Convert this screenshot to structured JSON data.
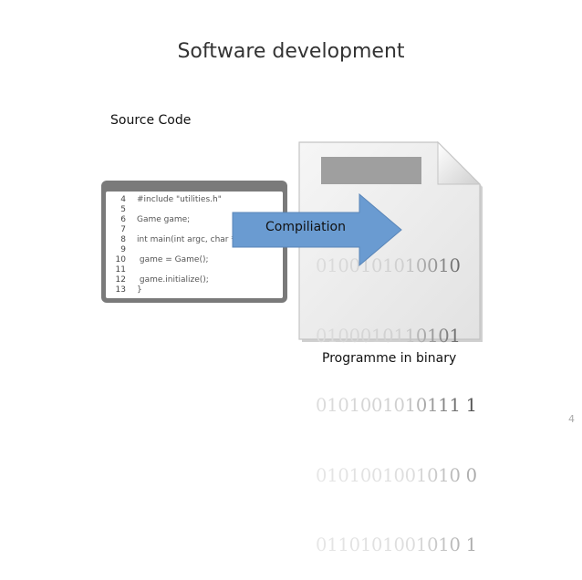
{
  "slide": {
    "title": "Software development",
    "page_number": "4"
  },
  "source": {
    "label": "Source Code",
    "lines": [
      {
        "num": "4",
        "text": "#include \"utilities.h\""
      },
      {
        "num": "5",
        "text": ""
      },
      {
        "num": "6",
        "text": "Game game;"
      },
      {
        "num": "7",
        "text": ""
      },
      {
        "num": "8",
        "text": "int main(int argc, char **"
      },
      {
        "num": "9",
        "text": ""
      },
      {
        "num": "10",
        "text": " game = Game();"
      },
      {
        "num": "11",
        "text": ""
      },
      {
        "num": "12",
        "text": " game.initialize();"
      },
      {
        "num": "13",
        "text": "}"
      }
    ]
  },
  "compile": {
    "label": "Compiliation",
    "arrow_color": "#6a9bd1"
  },
  "binary": {
    "label": "Programme in binary",
    "lines": [
      "0100101010010",
      "0100010110101",
      "0101001010111 1",
      "0101001001010 0",
      "0110101001010 1"
    ]
  }
}
